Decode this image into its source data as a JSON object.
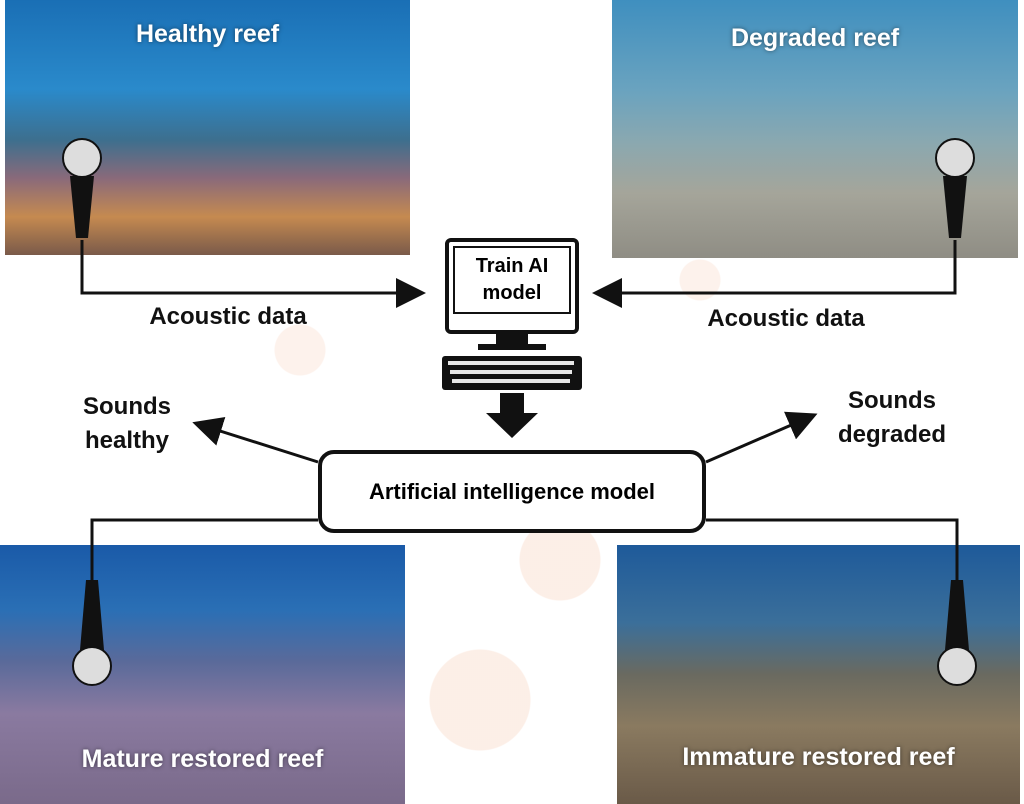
{
  "photos": {
    "healthy": "Healthy reef",
    "degraded": "Degraded reef",
    "mature": "Mature restored reef",
    "immature": "Immature restored reef"
  },
  "labels": {
    "acoustic_left": "Acoustic data",
    "acoustic_right": "Acoustic data",
    "sounds_healthy": "Sounds healthy",
    "sounds_degraded": "Sounds degraded"
  },
  "computer": {
    "screen_text": "Train AI model"
  },
  "model_box": "Artificial intelligence model"
}
